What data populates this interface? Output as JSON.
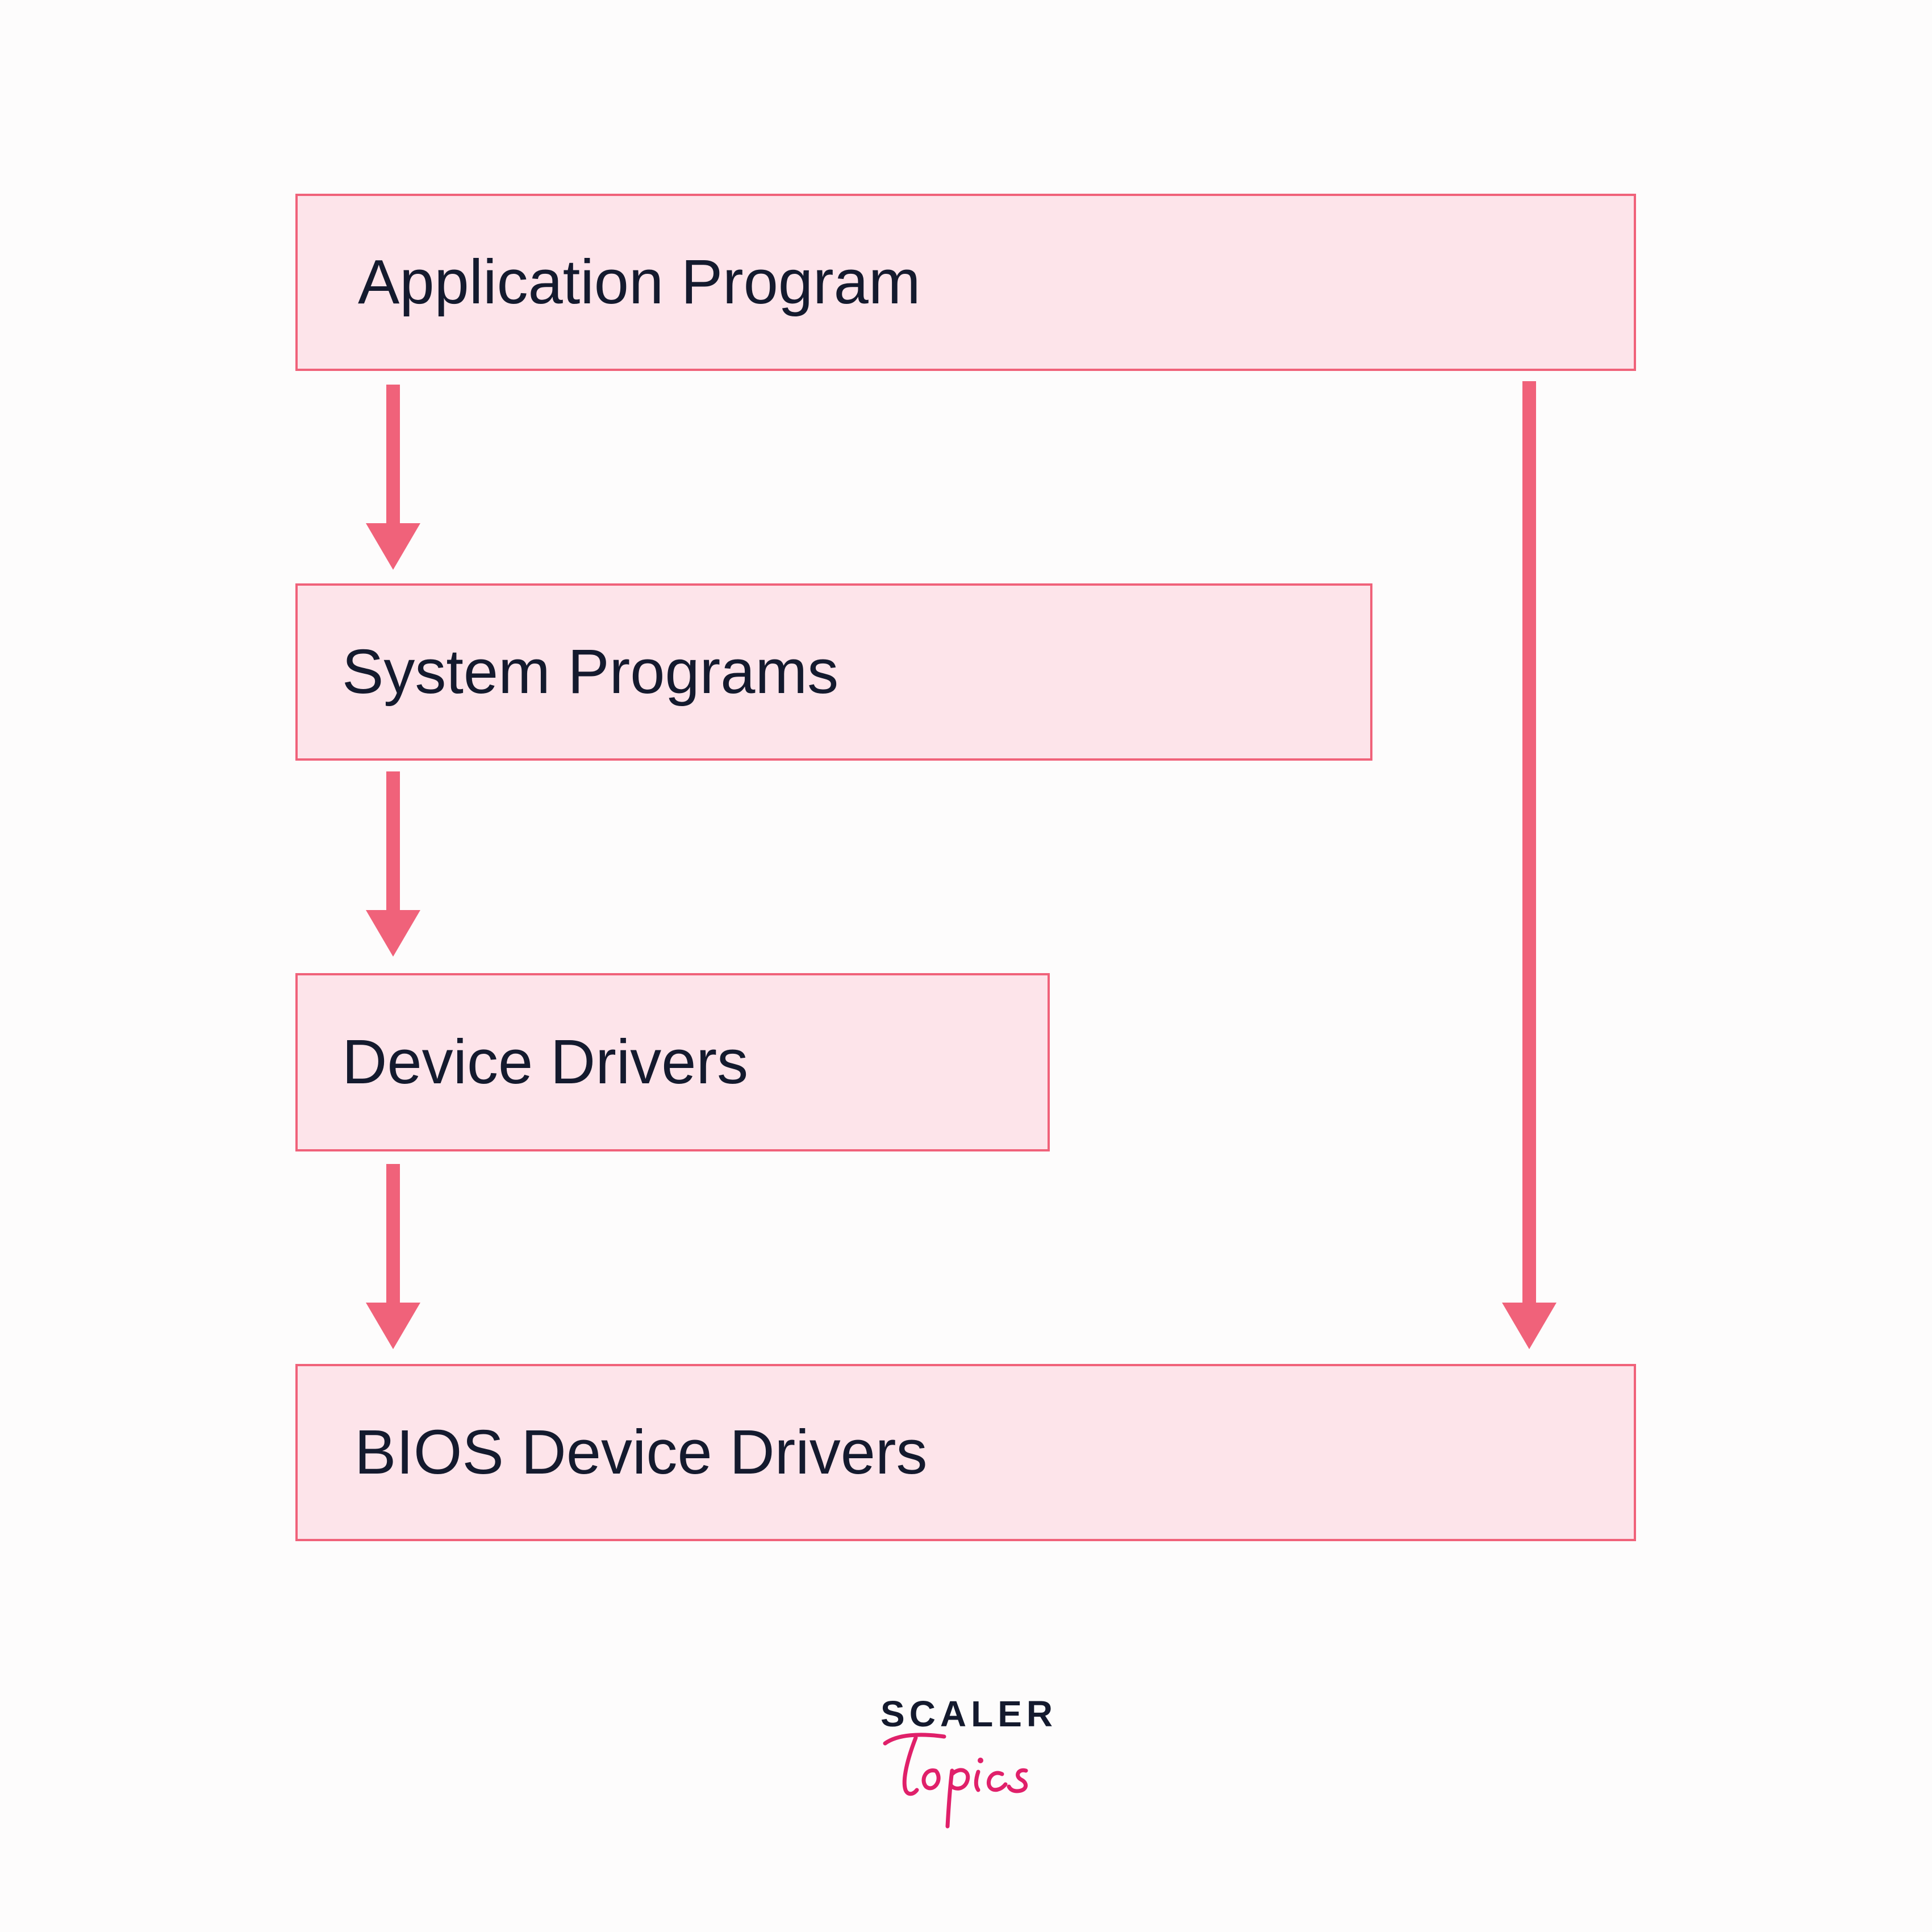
{
  "diagram": {
    "nodes": {
      "application_program": "Application Program",
      "system_programs": "System Programs",
      "device_drivers": "Device Drivers",
      "bios_device_drivers": "BIOS Device Drivers"
    },
    "edges": [
      {
        "from": "application_program",
        "to": "system_programs"
      },
      {
        "from": "system_programs",
        "to": "device_drivers"
      },
      {
        "from": "device_drivers",
        "to": "bios_device_drivers"
      },
      {
        "from": "application_program",
        "to": "bios_device_drivers"
      }
    ],
    "colors": {
      "box_fill": "#fde4ea",
      "box_border": "#f0627a",
      "arrow": "#f0627a",
      "text": "#141a2e",
      "background": "#fdfcfc"
    }
  },
  "logo": {
    "word": "SCALER",
    "script": "Topics",
    "script_color": "#e0206a"
  }
}
